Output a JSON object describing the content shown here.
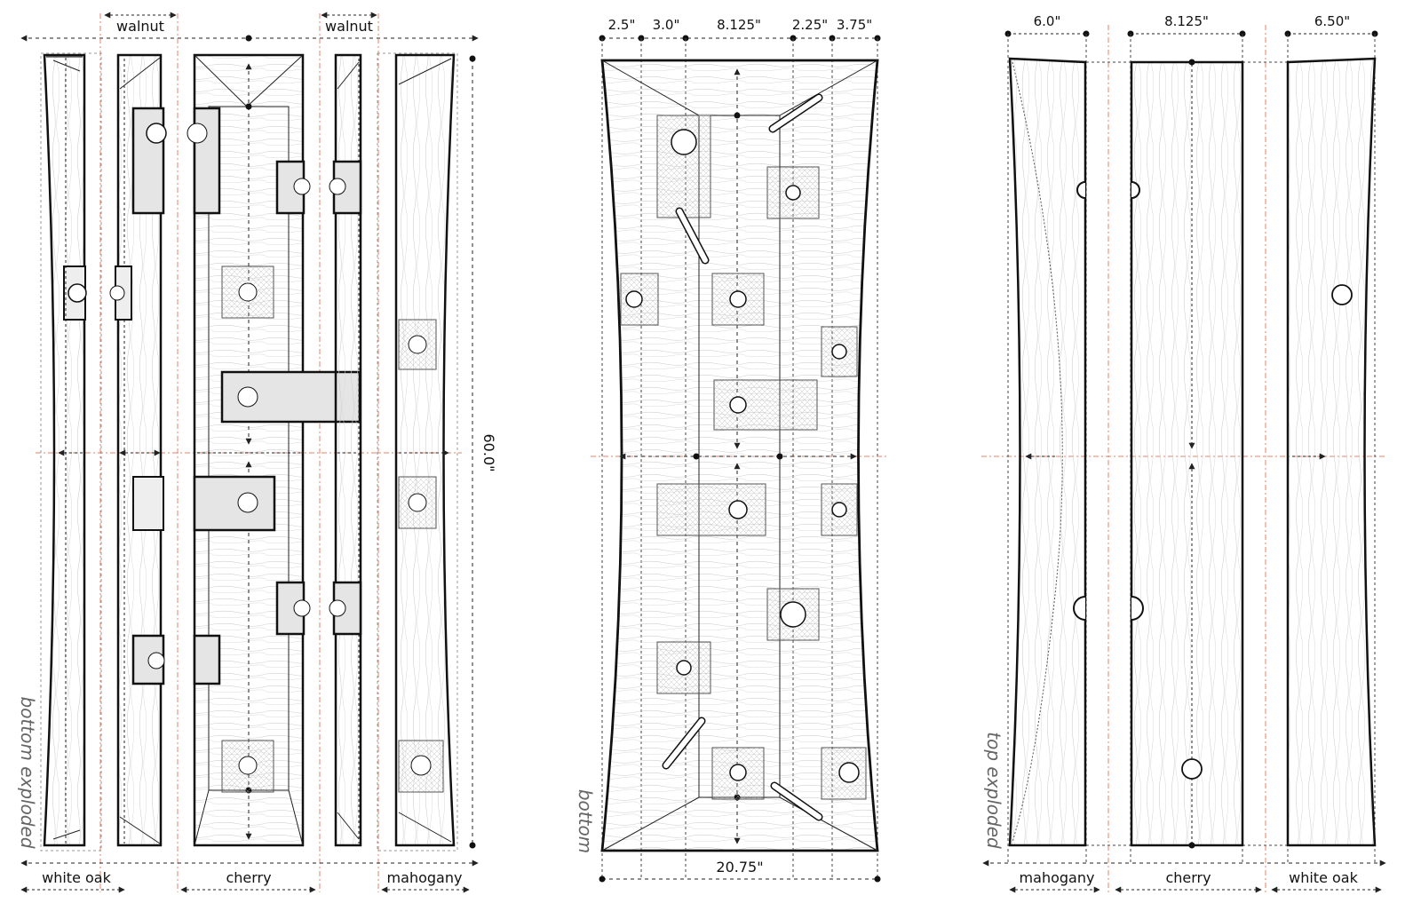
{
  "colors": {
    "outline": "#111111",
    "dimension": "#222222",
    "centerline": "#e8826a",
    "wood": "#f7f7f5",
    "grain": "#bdbdbd",
    "pocket_fill": "#e6e6e6",
    "side_label": "#666666"
  },
  "panels": {
    "left": {
      "side_label": "bottom exploded",
      "top_labels": [
        "walnut",
        "walnut"
      ],
      "bottom_labels": [
        "white oak",
        "cherry",
        "mahogany"
      ],
      "height_dim": "60.0\""
    },
    "middle": {
      "side_label": "bottom",
      "top_dims": [
        "2.5\"",
        "3.0\"",
        "8.125\"",
        "2.25\"",
        "3.75\""
      ],
      "bottom_dim": "20.75\""
    },
    "right": {
      "side_label": "top exploded",
      "top_dims": [
        "6.0\"",
        "8.125\"",
        "6.50\""
      ],
      "bottom_labels": [
        "mahogany",
        "cherry",
        "white oak"
      ]
    }
  }
}
